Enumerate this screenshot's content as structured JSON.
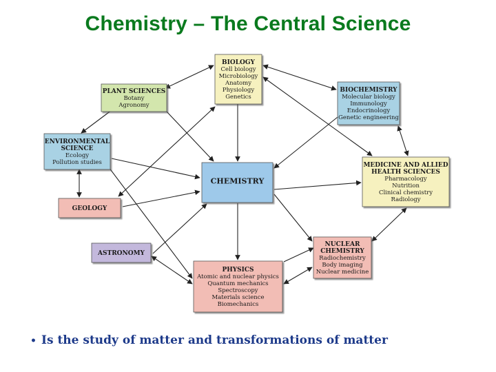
{
  "title": "Chemistry – The Central Science",
  "bullet": "Is the study of matter and transformations of matter",
  "colors": {
    "title": "#0a7a1e",
    "bullet": "#1d3a8a",
    "yellow": "#f6f1bf",
    "green": "#d3e6ad",
    "blue": "#a9d2e4",
    "center": "#9ec9ea",
    "pink": "#f2bdb5",
    "purple": "#c3b8dc"
  },
  "nodes": {
    "biology": {
      "title": [
        "BIOLOGY"
      ],
      "items": [
        "Cell biology",
        "Microbiology",
        "Anatomy",
        "Physiology",
        "Genetics"
      ]
    },
    "plant": {
      "title": [
        "PLANT SCIENCES"
      ],
      "items": [
        "Botany",
        "Agronomy"
      ]
    },
    "biochem": {
      "title": [
        "BIOCHEMISTRY"
      ],
      "items": [
        "Molecular biology",
        "Immunology",
        "Endocrinology",
        "Genetic engineering"
      ]
    },
    "env": {
      "title": [
        "ENVIRONMENTAL",
        "SCIENCE"
      ],
      "items": [
        "Ecology",
        "Pollution studies"
      ]
    },
    "medicine": {
      "title": [
        "MEDICINE AND ALLIED",
        "HEALTH SCIENCES"
      ],
      "items": [
        "Pharmacology",
        "Nutrition",
        "Clinical chemistry",
        "Radiology"
      ]
    },
    "chemistry": {
      "title": [
        "CHEMISTRY"
      ],
      "items": []
    },
    "geology": {
      "title": [
        "GEOLOGY"
      ],
      "items": []
    },
    "astronomy": {
      "title": [
        "ASTRONOMY"
      ],
      "items": []
    },
    "nuclear": {
      "title": [
        "NUCLEAR",
        "CHEMISTRY"
      ],
      "items": [
        "Radiochemistry",
        "Body imaging",
        "Nuclear medicine"
      ]
    },
    "physics": {
      "title": [
        "PHYSICS"
      ],
      "items": [
        "Atomic and nuclear physics",
        "Quantum mechanics",
        "Spectroscopy",
        "Materials science",
        "Biomechanics"
      ]
    }
  }
}
